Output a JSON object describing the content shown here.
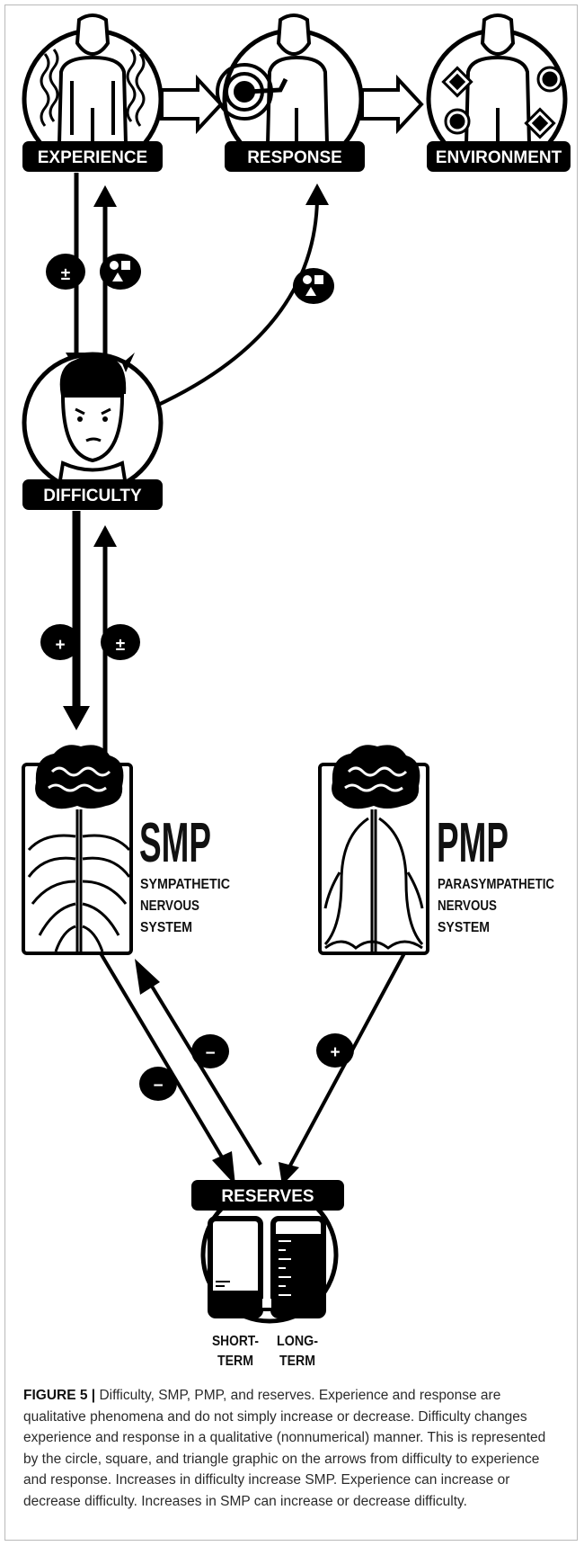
{
  "nodes": {
    "experience": "EXPERIENCE",
    "response": "RESPONSE",
    "environment": "ENVIRONMENT",
    "difficulty": "DIFFICULTY",
    "reserves": "RESERVES"
  },
  "smp": {
    "abbr": "SMP",
    "line1": "SYMPATHETIC",
    "line2": "NERVOUS",
    "line3": "SYSTEM"
  },
  "pmp": {
    "abbr": "PMP",
    "line1": "PARASYMPATHETIC",
    "line2": "NERVOUS",
    "line3": "SYSTEM"
  },
  "reserve_labels": {
    "short_line1": "SHORT-",
    "short_line2": "TERM",
    "long_line1": "LONG-",
    "long_line2": "TERM"
  },
  "badges": {
    "plus_minus": "±",
    "plus": "+",
    "minus": "−"
  },
  "caption": {
    "label": "FIGURE 5 |",
    "text": "Difficulty, SMP, PMP, and reserves. Experience and response are qualitative phenomena and do not simply increase or decrease. Difficulty changes experience and response in a qualitative (nonnumerical) manner. This is represented by the circle, square, and triangle graphic on the arrows from difficulty to experience and response. Increases in difficulty increase SMP. Experience can increase or decrease difficulty. Increases in SMP can increase or decrease difficulty."
  }
}
